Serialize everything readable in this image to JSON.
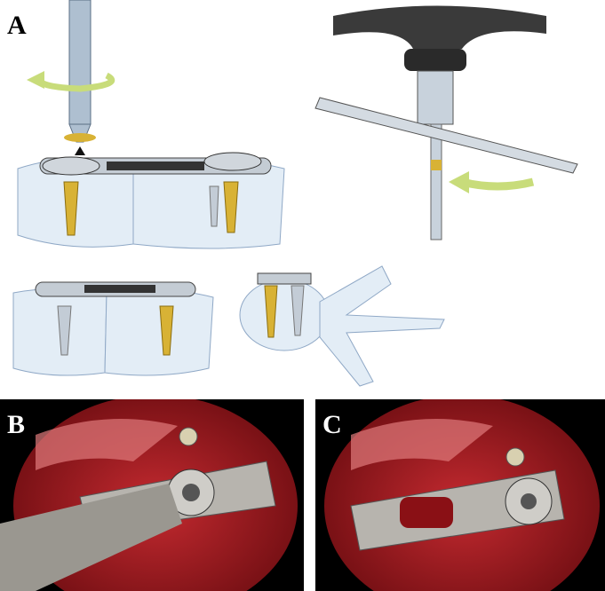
{
  "panels": {
    "a": {
      "label": "A"
    },
    "b": {
      "label": "B"
    },
    "c": {
      "label": "C"
    }
  },
  "colors": {
    "bone": "#dfe9f3",
    "bone_outline": "#8fa8c6",
    "screw_gold": "#d8b235",
    "metal": "#b8c3ce",
    "handle": "#3a3a3a",
    "arrow": "#c8dc7a",
    "tissue": "#a8141a",
    "tissue_light": "#d9505a"
  }
}
